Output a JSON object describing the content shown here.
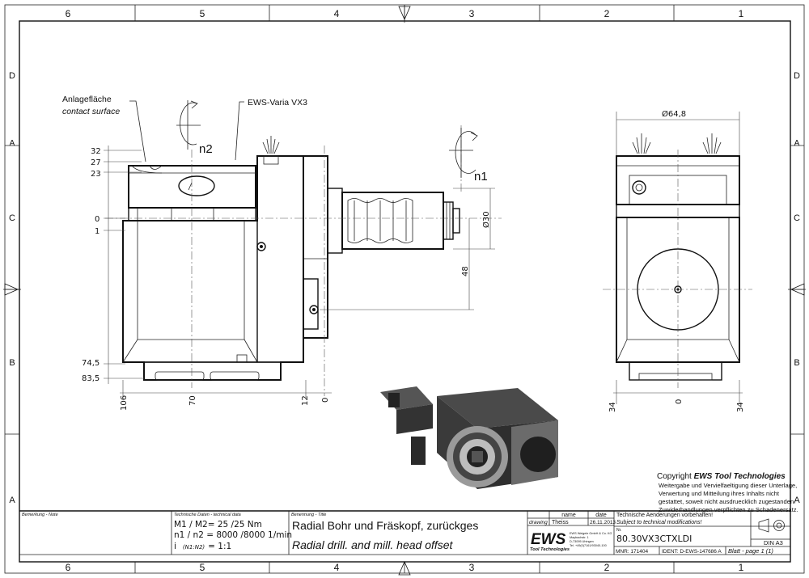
{
  "frame": {
    "col_labels": [
      "6",
      "5",
      "4",
      "3",
      "2",
      "1"
    ],
    "row_labels": [
      "D",
      "C",
      "B",
      "A"
    ]
  },
  "drawing": {
    "callout_contact_de": "Anlagefläche",
    "callout_contact_en": "contact surface",
    "callout_product": "EWS-Varia VX3",
    "spindle_n2": "n2",
    "spindle_n1": "n1",
    "dim_32": "32",
    "dim_27": "27",
    "dim_23": "23",
    "dim_0_left": "0",
    "dim_1": "1",
    "dim_74_5": "74,5",
    "dim_83_5": "83,5",
    "dim_106": "106",
    "dim_70": "70",
    "dim_12": "12",
    "dim_0_bottom": "0",
    "dim_diam30": "Ø30",
    "dim_48": "48",
    "dim_diam64_8": "Ø64,8",
    "dim_34_left": "34",
    "dim_0_right": "0",
    "dim_34_right": "34"
  },
  "copyright": {
    "title_prefix": "Copyright ",
    "title_brand": "EWS Tool Technologies",
    "line1": "Weitergabe und Vervielfaeltigung dieser Unterlage,",
    "line2": "Verwertung und Mitteilung ihres Inhalts nicht",
    "line3": "gestattet, soweit nicht ausdruecklich zugestanden.",
    "line4": "Zuwiderhandlungen verpflichten zu Schadenersatz."
  },
  "title_block": {
    "note_label": "Bemerkung - Note",
    "tech_label": "Technische Daten - technical data",
    "torque": "M1 / M2= 25  /25  Nm",
    "speed": "n1 / n2 = 8000 /8000  1/min",
    "ratio_prefix": "i",
    "ratio_sub": "(N1:N2)",
    "ratio_value": "= 1:1",
    "designation_label": "Benennung - Title",
    "title_de": "Radial Bohr und Fräskopf, zurückges",
    "title_en": "Radial drill. and mill. head offset",
    "col_name": "name",
    "col_date": "date",
    "row_label": "drawing",
    "drawer": "Theiss",
    "date": "26.11.2013",
    "ews_logo": "EWS",
    "ews_sub": "Tool Technologies",
    "company_line1": "EWS Weigele GmbH & Co. KG",
    "company_line2": "Maybachstr. 1",
    "company_line3": "D-73095 Uhingen",
    "company_line4": "Tel. +49(0)7161/93040-100",
    "changes_de": "Technische Aenderungen vorbehalten!",
    "changes_en": "Subject to technical modifications!",
    "nr_label": "Nr.",
    "part_number": "80.30VX3CTXLDI",
    "mnr": "MNR: 171404",
    "ident": "IDENT: D-EWS-147686 A",
    "din": "DIN A3",
    "sheet": "Blatt - page 1 (1)"
  }
}
